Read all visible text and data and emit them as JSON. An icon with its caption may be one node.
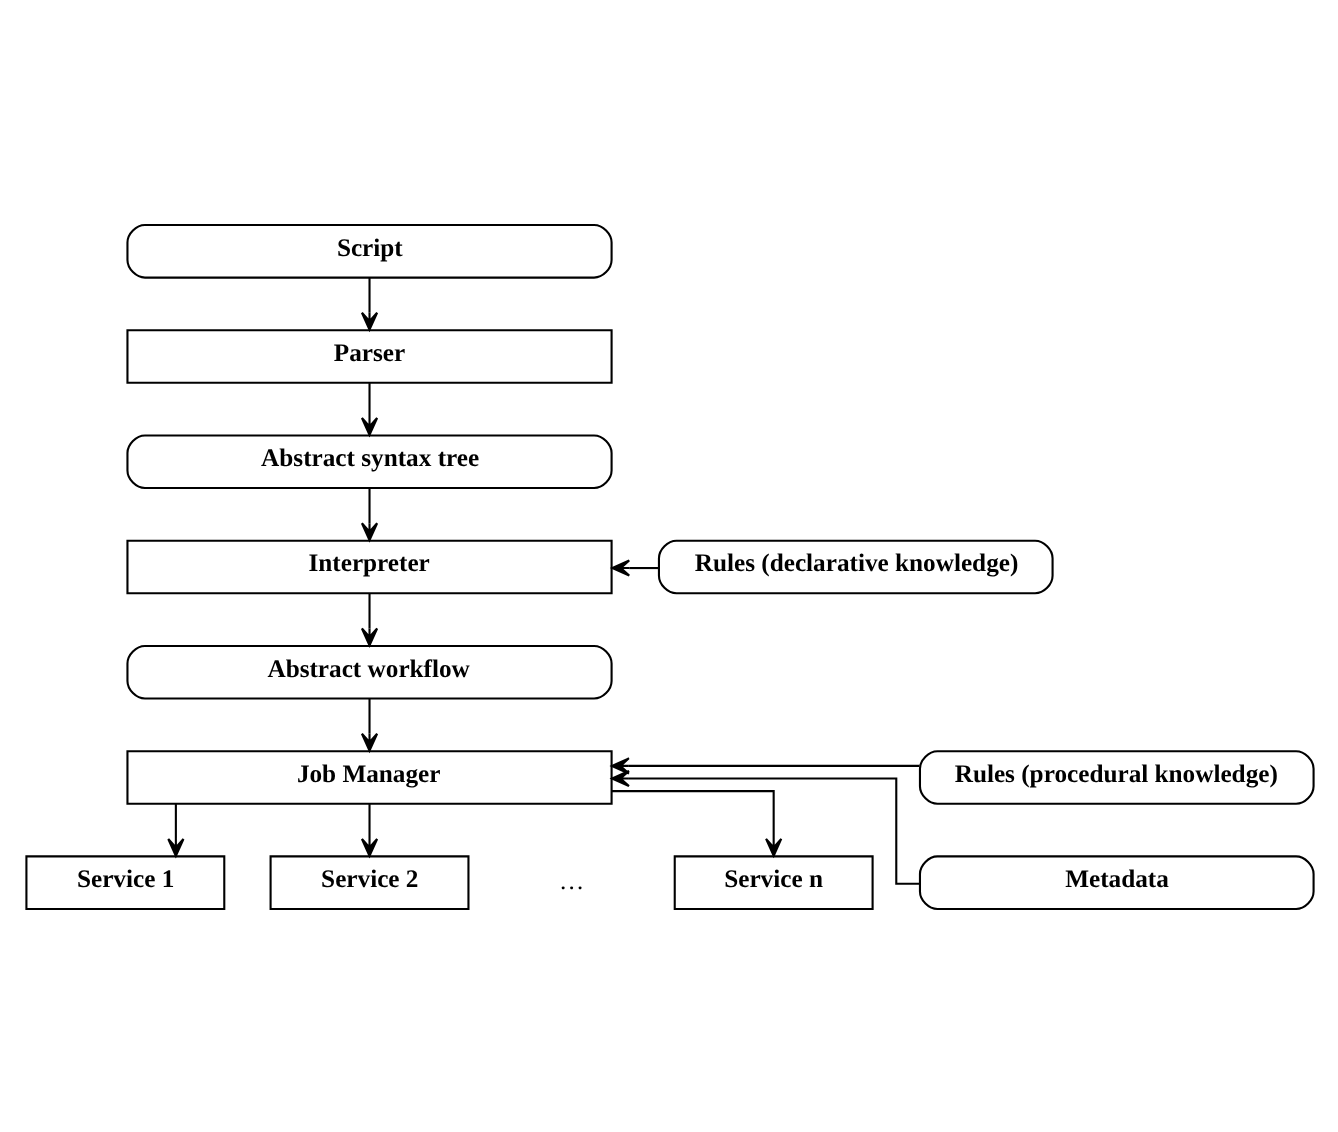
{
  "diagram": {
    "nodes": [
      {
        "text": [
          "Script"
        ]
      },
      {
        "text": [
          "Parser"
        ]
      },
      {
        "text": [
          "Abstract syntax tree"
        ]
      },
      {
        "text": [
          "Interpreter"
        ]
      },
      {
        "text": [
          "Rules (declarative knowledge)"
        ]
      },
      {
        "text": [
          "Abstract workflow"
        ]
      },
      {
        "text": [
          "Job Manager"
        ]
      },
      {
        "text": [
          "Rules (procedural knowledge)"
        ]
      },
      {
        "text": [
          "Metadata"
        ]
      },
      {
        "text": [
          "Service 1"
        ]
      },
      {
        "text": [
          "Service 2"
        ]
      },
      {
        "text": [
          "Service n"
        ]
      }
    ],
    "edges": [
      {
        "from": 0,
        "to": 1,
        "arrow": "to"
      },
      {
        "from": 1,
        "to": 2,
        "arrow": "to"
      },
      {
        "from": 2,
        "to": 3,
        "arrow": "to"
      },
      {
        "from": 4,
        "to": 3,
        "arrow": "to"
      },
      {
        "from": 3,
        "to": 5,
        "arrow": "to"
      },
      {
        "from": 5,
        "to": 6,
        "arrow": "to"
      },
      {
        "from": 7,
        "to": 6,
        "arrow": "to"
      },
      {
        "from": 8,
        "to": 6,
        "arrow": "to"
      },
      {
        "from": 6,
        "to": 9,
        "arrow": "to"
      },
      {
        "from": 6,
        "to": 10,
        "arrow": "to"
      },
      {
        "from": 6,
        "to": 11,
        "arrow": "to"
      }
    ],
    "labels": [
      "…"
    ]
  }
}
